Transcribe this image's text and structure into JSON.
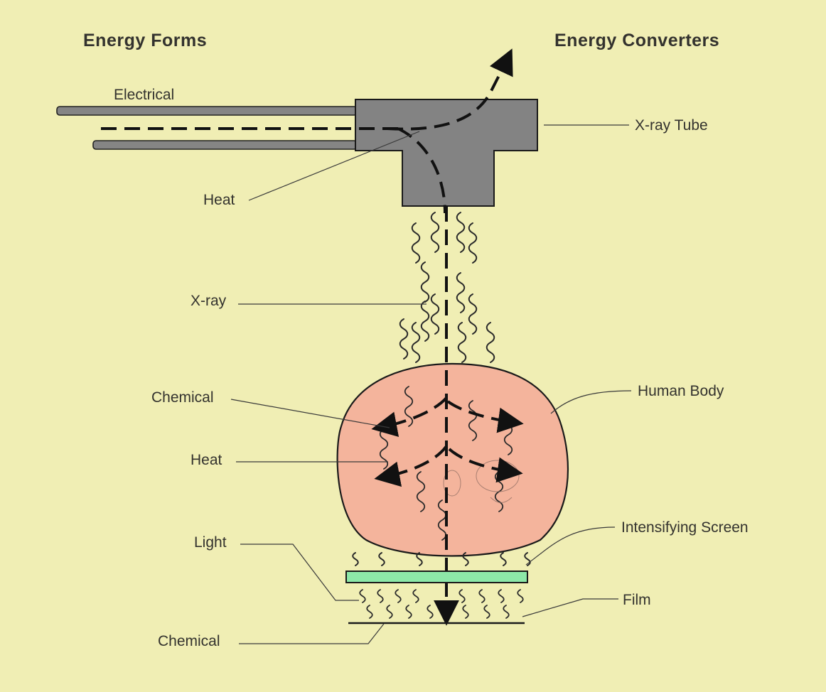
{
  "headers": {
    "forms": "Energy Forms",
    "converters": "Energy Converters"
  },
  "labels": {
    "electrical": "Electrical",
    "xray_tube": "X-ray Tube",
    "heat_tube": "Heat",
    "xray": "X-ray",
    "chemical_body": "Chemical",
    "human_body": "Human Body",
    "heat_body": "Heat",
    "intensifying_screen": "Intensifying Screen",
    "light": "Light",
    "film": "Film",
    "chemical_film": "Chemical"
  },
  "colors": {
    "background": "#f0eeb4",
    "tube": "#838383",
    "body": "#f4b49c",
    "screen": "#8de8a8",
    "ink": "#1a1a1a"
  },
  "icons": {
    "energy_flow": "dashed-arrow",
    "radiation": "wavy-line"
  }
}
